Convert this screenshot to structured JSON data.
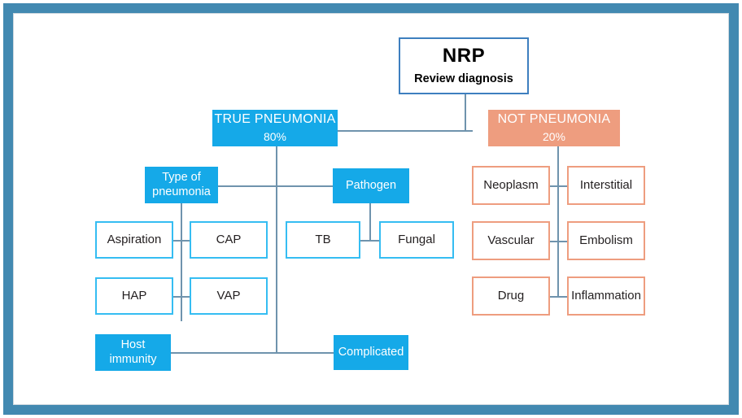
{
  "diagram": {
    "title": "NRP pneumonia diagnosis breakdown flowchart",
    "colors": {
      "frame": "#4289b1",
      "blue_fill": "#15a9e8",
      "blue_outline": "#35bdf2",
      "salmon_fill": "#ee9d7f",
      "salmon_outline": "#ee9d7f",
      "connector": "#6f93ad",
      "root_border": "#3e7fbf"
    },
    "root": {
      "title": "NRP",
      "subtitle": "Review diagnosis"
    },
    "branches": {
      "true_pneumonia": {
        "label": "TRUE PNEUMONIA",
        "percent": "80%"
      },
      "not_pneumonia": {
        "label": "NOT PNEUMONIA",
        "percent": "20%"
      }
    },
    "true_pneumonia_nodes": {
      "type_of_pneumonia": "Type of pneumonia",
      "type_line1": "Type of",
      "type_line2": "pneumonia",
      "pathogen": "Pathogen",
      "aspiration": "Aspiration",
      "cap": "CAP",
      "hap": "HAP",
      "vap": "VAP",
      "tb": "TB",
      "fungal": "Fungal",
      "host_immunity_line1": "Host",
      "host_immunity_line2": "immunity",
      "complicated": "Complicated"
    },
    "not_pneumonia_nodes": {
      "neoplasm": "Neoplasm",
      "interstitial": "Interstitial",
      "vascular": "Vascular",
      "embolism": "Embolism",
      "drug": "Drug",
      "inflammation": "Inflammation"
    }
  }
}
